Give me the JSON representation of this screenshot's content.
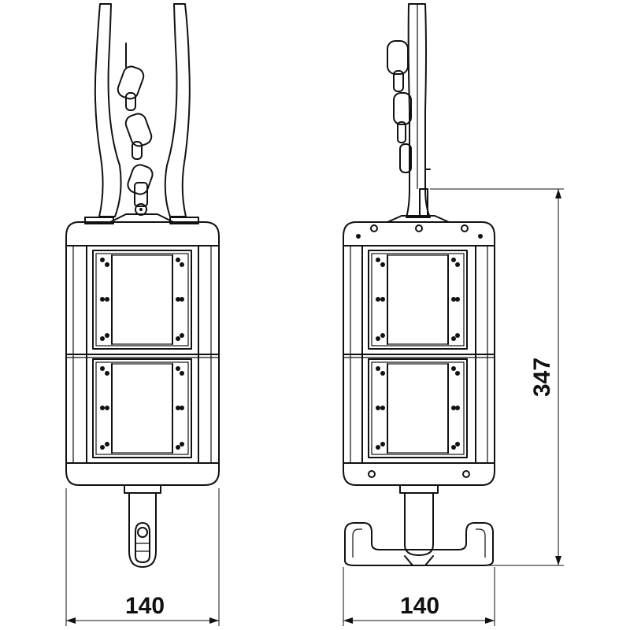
{
  "drawing": {
    "front_view": {
      "width_label": "140"
    },
    "side_view": {
      "width_label": "140",
      "height_label": "347"
    }
  }
}
